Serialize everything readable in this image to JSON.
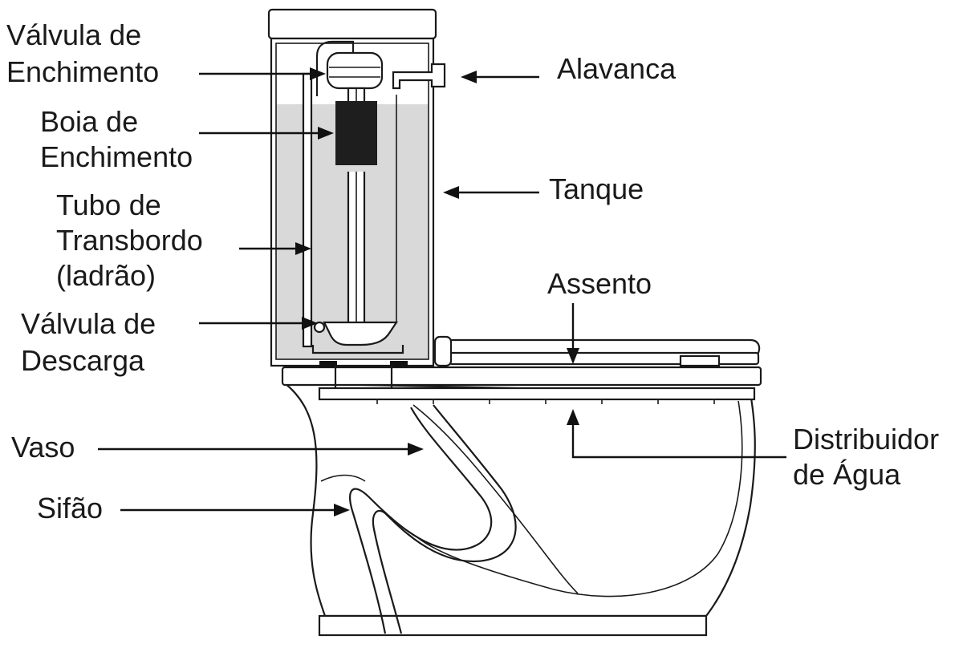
{
  "labels": {
    "valvula_enchimento": [
      "Válvula de",
      "Enchimento"
    ],
    "boia_enchimento": [
      "Boia de",
      "Enchimento"
    ],
    "tubo_transbordo": [
      "Tubo de",
      "Transbordo",
      "(ladrão)"
    ],
    "valvula_descarga": [
      "Válvula de",
      "Descarga"
    ],
    "vaso": [
      "Vaso"
    ],
    "sifao": [
      "Sifão"
    ],
    "alavanca": [
      "Alavanca"
    ],
    "tanque": [
      "Tanque"
    ],
    "assento": [
      "Assento"
    ],
    "distribuidor_agua": [
      "Distribuidor",
      "de Água"
    ]
  },
  "colors": {
    "line": "#1a1a1a",
    "water": "#d9d9d9",
    "float": "#1e1e1e",
    "background": "#ffffff"
  }
}
